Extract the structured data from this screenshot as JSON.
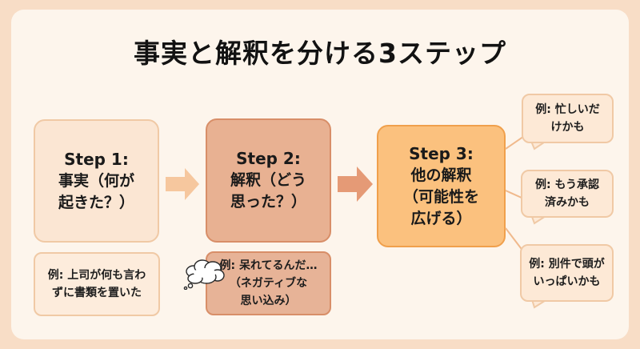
{
  "title": "事実と解釈を分ける3ステップ",
  "steps": [
    {
      "head": "Step 1:",
      "line1": "事実（何が",
      "line2": "起きた？）"
    },
    {
      "head": "Step 2:",
      "line1": "解釈（どう",
      "line2": "思った？）"
    },
    {
      "head": "Step 3:",
      "line1": "他の解釈",
      "line2": "（可能性を",
      "line3": "広げる）"
    }
  ],
  "examples": {
    "ex1_line1": "例: 上司が何も言わ",
    "ex1_line2": "ずに書類を置いた",
    "ex2_line1": "例: 呆れてるんだ…",
    "ex2_line2": "（ネガティブな",
    "ex2_line3": "思い込み）"
  },
  "alternatives": [
    {
      "line1": "例: 忙しいだ",
      "line2": "けかも"
    },
    {
      "line1": "例: もう承認",
      "line2": "済みかも"
    },
    {
      "line1": "例: 別件で頭が",
      "line2": "いっぱいかも"
    }
  ],
  "colors": {
    "background": "#f8ddc6",
    "card": "#fdf5ec",
    "step1": "#fbe6d3",
    "step2": "#e8b192",
    "step3": "#fbc17e",
    "arrow1": "#f6c79e",
    "arrow2": "#e59a76"
  }
}
